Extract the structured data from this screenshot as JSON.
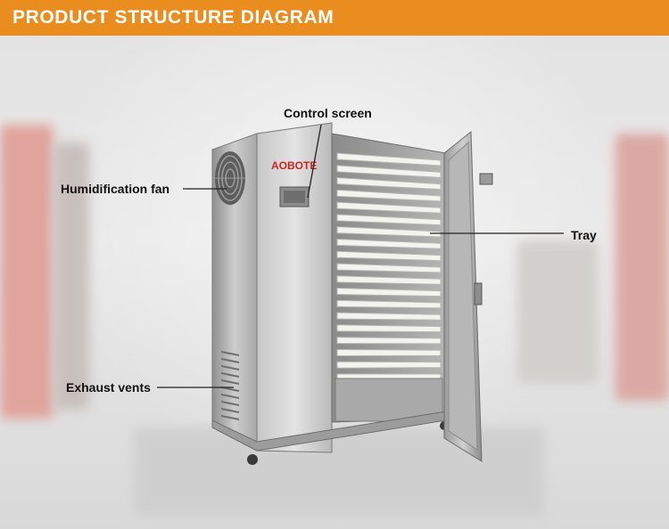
{
  "header": {
    "title": "PRODUCT STRUCTURE DIAGRAM"
  },
  "product": {
    "brand": "AOBOTE",
    "tray_count": 19
  },
  "callouts": {
    "control_screen": "Control screen",
    "humidification_fan": "Humidification fan",
    "tray": "Tray",
    "exhaust_vents": "Exhaust vents"
  },
  "colors": {
    "banner": "#e98d1e",
    "brand_text": "#d2241f",
    "label_text": "#111111",
    "steel": "#bdbdbd"
  }
}
